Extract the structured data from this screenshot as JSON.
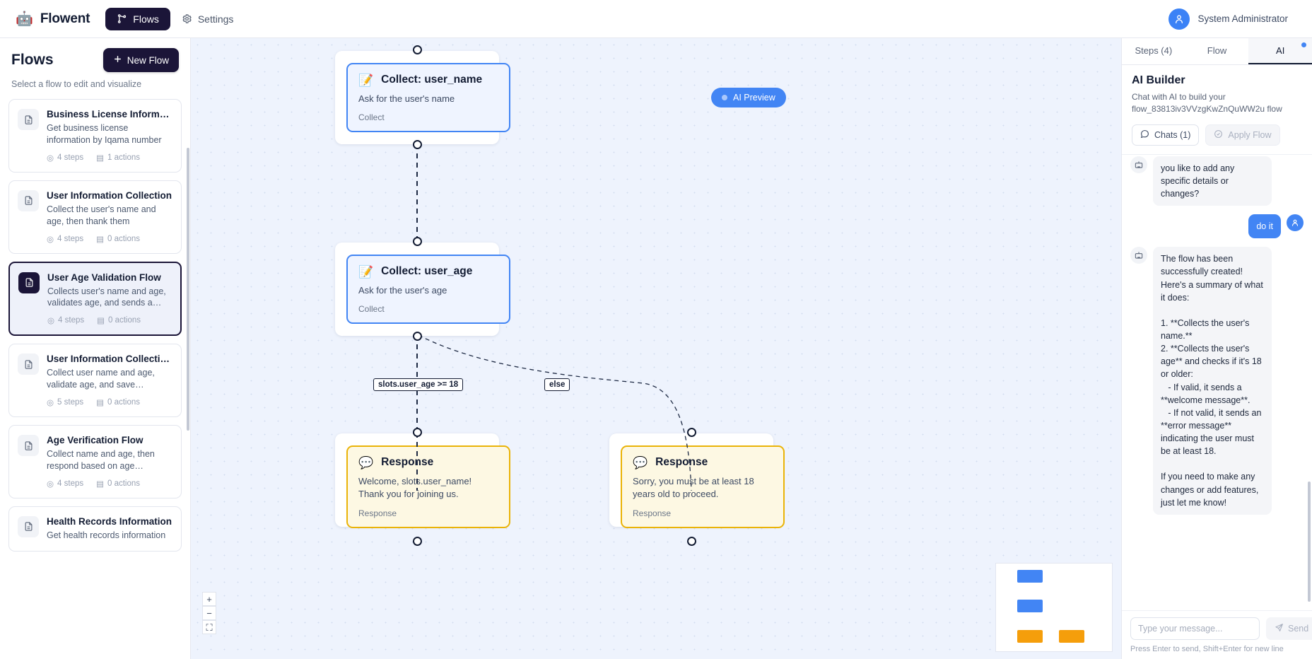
{
  "header": {
    "logo_icon": "robot-icon",
    "brand": "Flowent",
    "nav": [
      {
        "label": "Flows",
        "icon": "flow-branch-icon",
        "active": true
      },
      {
        "label": "Settings",
        "icon": "gear-icon",
        "active": false
      }
    ],
    "user": {
      "name": "System Administrator",
      "avatar_icon": "user-icon"
    }
  },
  "sidebar": {
    "title": "Flows",
    "new_flow_label": "New Flow",
    "new_flow_icon": "plus-icon",
    "subtitle": "Select a flow to edit and visualize",
    "flows": [
      {
        "icon": "document-icon",
        "title": "Business License Information",
        "description": "Get business license information by Iqama number",
        "steps": "4 steps",
        "actions": "1 actions",
        "selected": false
      },
      {
        "icon": "document-icon",
        "title": "User Information Collection",
        "description": "Collect the user's name and age, then thank them",
        "steps": "4 steps",
        "actions": "0 actions",
        "selected": false
      },
      {
        "icon": "document-icon",
        "title": "User Age Validation Flow",
        "description": "Collects user's name and age, validates age, and sends a…",
        "steps": "4 steps",
        "actions": "0 actions",
        "selected": true
      },
      {
        "icon": "document-icon",
        "title": "User Information Collection…",
        "description": "Collect user name and age, validate age, and save…",
        "steps": "5 steps",
        "actions": "0 actions",
        "selected": false
      },
      {
        "icon": "document-icon",
        "title": "Age Verification Flow",
        "description": "Collect name and age, then respond based on age…",
        "steps": "4 steps",
        "actions": "0 actions",
        "selected": false
      },
      {
        "icon": "document-icon",
        "title": "Health Records Information",
        "description": "Get health records information",
        "steps": "",
        "actions": "",
        "selected": false
      }
    ]
  },
  "canvas": {
    "ai_preview_label": "AI Preview",
    "nodes": [
      {
        "emoji": "📝",
        "icon": "memo-icon",
        "title": "Collect: user_name",
        "description": "Ask for the user's name",
        "type": "Collect",
        "kind": "collect"
      },
      {
        "emoji": "📝",
        "icon": "memo-icon",
        "title": "Collect: user_age",
        "description": "Ask for the user's age",
        "type": "Collect",
        "kind": "collect"
      },
      {
        "emoji": "💬",
        "icon": "speech-bubble-icon",
        "title": "Response",
        "description": "Welcome, slots.user_name! Thank you for joining us.",
        "type": "Response",
        "kind": "response"
      },
      {
        "emoji": "💬",
        "icon": "speech-bubble-icon",
        "title": "Response",
        "description": "Sorry, you must be at least 18 years old to proceed.",
        "type": "Response",
        "kind": "response"
      }
    ],
    "edge_labels": [
      "slots.user_age >= 18",
      "else"
    ],
    "zoom_controls": [
      {
        "label": "+",
        "name": "zoom-in-button"
      },
      {
        "label": "−",
        "name": "zoom-out-button"
      },
      {
        "label": "⛶",
        "name": "fit-view-button"
      }
    ]
  },
  "right_panel": {
    "tabs": [
      {
        "label": "Steps (4)",
        "active": false
      },
      {
        "label": "Flow",
        "active": false
      },
      {
        "label": "AI",
        "active": true
      }
    ],
    "title": "AI Builder",
    "subtitle": "Chat with AI to build your flow_83813iv3VVzgKwZnQuWW2u flow",
    "buttons": [
      {
        "label": "Chats (1)",
        "icon": "chat-bubble-icon",
        "disabled": false
      },
      {
        "label": "Apply Flow",
        "icon": "check-circle-icon",
        "disabled": true
      }
    ],
    "messages": [
      {
        "role": "bot",
        "avatar_icon": "robot-icon",
        "text": "you like to add any specific details or changes?"
      },
      {
        "role": "user",
        "avatar_icon": "user-icon",
        "text": "do it"
      },
      {
        "role": "bot",
        "avatar_icon": "robot-icon",
        "text": "The flow has been successfully created! Here's a summary of what it does:\n\n1. **Collects the user's name.**\n2. **Collects the user's age** and checks if it's 18 or older:\n   - If valid, it sends a **welcome message**.\n   - If not valid, it sends an **error message** indicating the user must be at least 18.\n\nIf you need to make any changes or add features, just let me know!"
      }
    ],
    "input_placeholder": "Type your message...",
    "send_label": "Send",
    "send_icon": "paper-plane-icon",
    "hint": "Press Enter to send, Shift+Enter for new line"
  },
  "colors": {
    "brand_dark": "#1b1538",
    "accent_blue": "#4285f4",
    "response_yellow": "#eab308",
    "canvas_bg": "#eef3fd"
  }
}
